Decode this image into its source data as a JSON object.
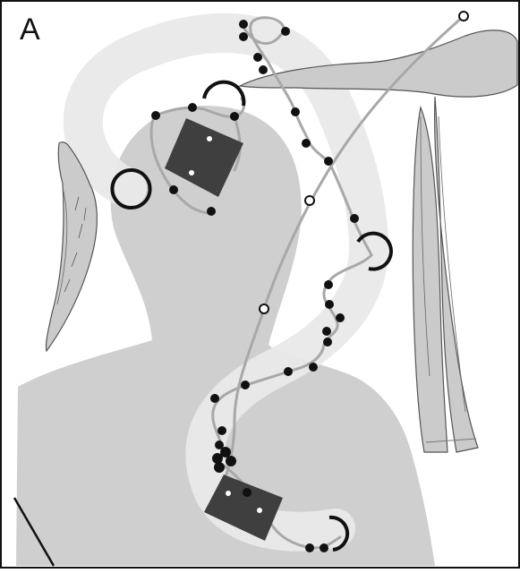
{
  "panel": {
    "label": "A"
  },
  "colors": {
    "background": "#ffffff",
    "frame": "#111111",
    "body_silhouette": "#cfcfcf",
    "path_band": "#e9e9e9",
    "artifact_fill": "#cbcbcb",
    "artifact_stroke": "#555555",
    "plaque": "#3f3f3f",
    "cord": "#a8a8a8",
    "bead_black": "#111111",
    "bead_white": "#ffffff"
  },
  "figure_items": [
    "panel-label",
    "body-silhouette",
    "light-path-band",
    "bone-pin-artifact",
    "spatula-artifact",
    "feather-blade-artifact",
    "upper-plaque",
    "lower-plaque",
    "ring-artifacts",
    "bead-strings",
    "needle-artifact"
  ]
}
